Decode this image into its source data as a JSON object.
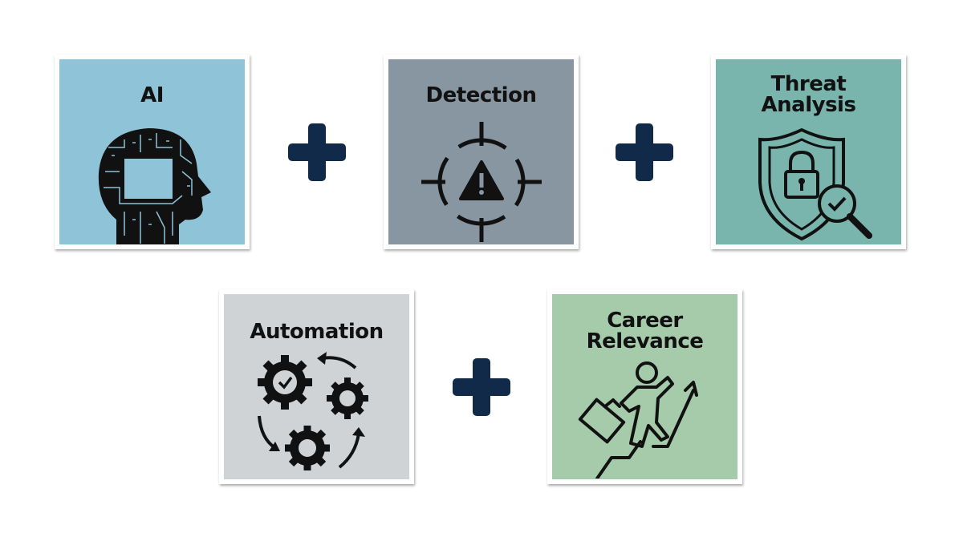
{
  "colors": {
    "plus": "#112a4a",
    "ai": "#8ec3d8",
    "detection": "#8896a2",
    "threat": "#79b5ad",
    "automation": "#d0d3d6",
    "career": "#a6cbab"
  },
  "cards": [
    {
      "title": "AI",
      "icon": "circuit-head-icon"
    },
    {
      "title": "Detection",
      "icon": "target-warning-icon"
    },
    {
      "title_lines": [
        "Threat",
        "Analysis"
      ],
      "icon": "shield-lock-magnifier-icon"
    },
    {
      "title": "Automation",
      "icon": "gears-cycle-icon"
    },
    {
      "title_lines": [
        "Career",
        "Relevance"
      ],
      "icon": "climbing-person-icon"
    }
  ],
  "operators": [
    "+",
    "+",
    "+"
  ]
}
